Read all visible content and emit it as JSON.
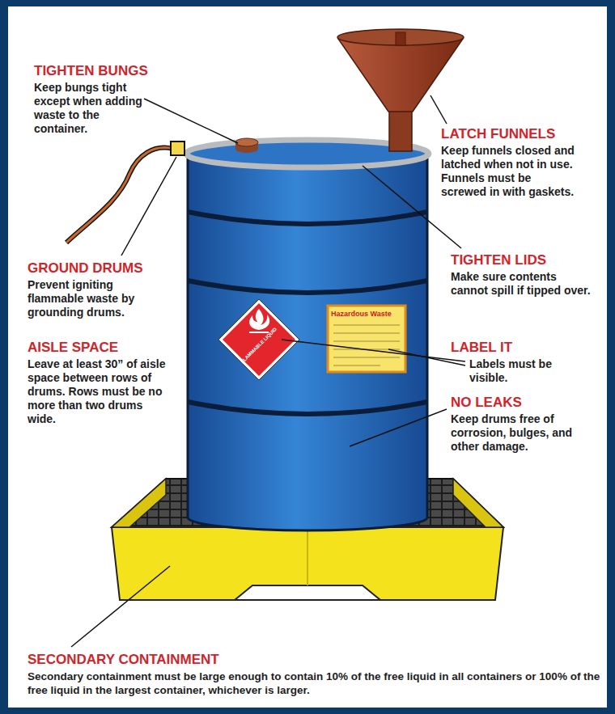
{
  "diagram": {
    "labels": [
      "TIGHTEN BUNGS",
      "Keep bungs tight except when adding waste to the container.",
      "LATCH FUNNELS",
      "Keep funnels closed and latched when not in use. Funnels must be screwed in with gaskets.",
      "GROUND DRUMS",
      "Prevent igniting flammable waste by grounding drums.",
      "TIGHTEN LIDS",
      "Make sure contents cannot spill if tipped over.",
      "AISLE SPACE",
      "Leave at least 30” of aisle space between rows of drums. Rows must be no more than two drums wide.",
      "LABEL IT",
      "Labels must be visible.",
      "NO LEAKS",
      "Keep drums free of corrosion, bulges, and other damage.",
      "SECONDARY CONTAINMENT",
      "Secondary containment must be large enough to contain 10% of the free liquid in all containers or 100% of the free liquid in the largest container, whichever is larger.",
      "FLAMMABLE LIQUID",
      "Hazardous Waste"
    ]
  }
}
